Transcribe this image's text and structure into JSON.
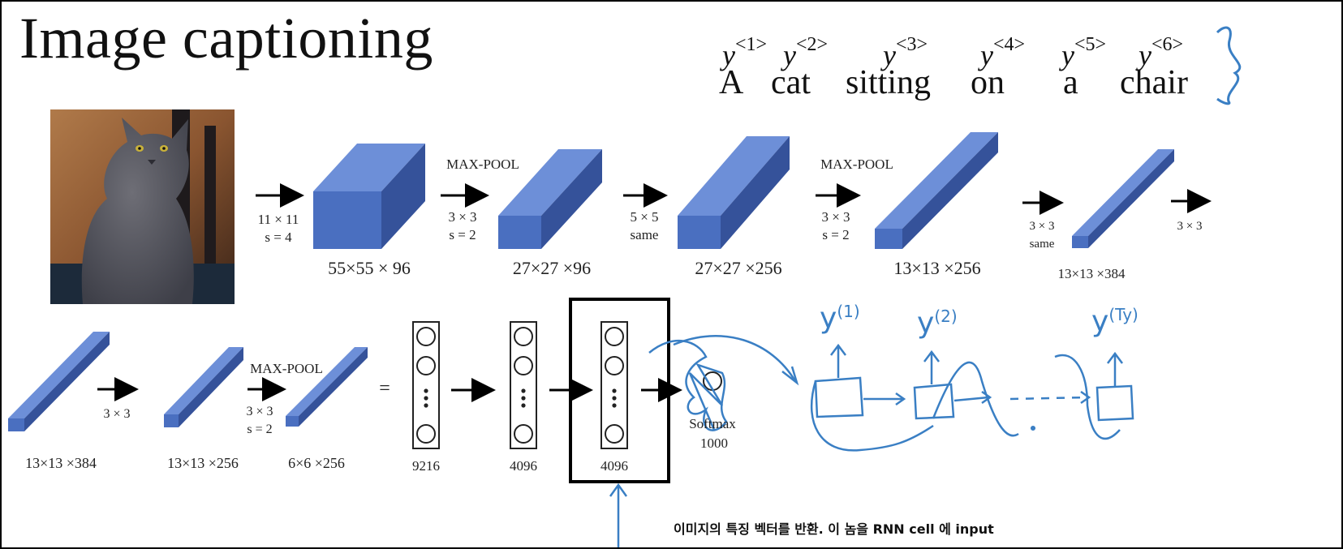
{
  "title": "Image captioning",
  "caption": {
    "words": [
      "A",
      "cat",
      "sitting",
      "on",
      "a",
      "chair"
    ],
    "labels": [
      "y",
      "y",
      "y",
      "y",
      "y",
      "y"
    ],
    "superscripts": [
      "<1>",
      "<2>",
      "<3>",
      "<4>",
      "<5>",
      "<6>"
    ]
  },
  "network": {
    "row1": {
      "ops": [
        {
          "line1": "11 × 11",
          "line2": "s = 4"
        },
        {
          "line1": "3 × 3",
          "line2": "s = 2",
          "head": "MAX-POOL"
        },
        {
          "line1": "5 × 5",
          "line2": "same"
        },
        {
          "line1": "3 × 3",
          "line2": "s = 2",
          "head": "MAX-POOL"
        },
        {
          "line1": "3 × 3",
          "line2": "same"
        },
        {
          "line1": "3 × 3",
          "line2": ""
        }
      ],
      "dims": [
        "55×55 × 96",
        "27×27 ×96",
        "27×27 ×256",
        "13×13 ×256",
        "13×13 ×384"
      ]
    },
    "row2": {
      "ops": [
        {
          "line1": "3 × 3",
          "line2": ""
        },
        {
          "line1": "3 × 3",
          "line2": "s = 2",
          "head": "MAX-POOL"
        }
      ],
      "dims": [
        "13×13 ×384",
        "13×13 ×256",
        "6×6 ×256"
      ],
      "equals": "=",
      "fc_sizes": [
        "9216",
        "4096",
        "4096"
      ],
      "softmax_label": "Softmax",
      "softmax_size": "1000"
    }
  },
  "rnn": {
    "outputs": [
      "y",
      "y",
      "y"
    ],
    "output_sups": [
      "(1)",
      "(2)",
      "(Ty)"
    ]
  },
  "annotation": "이미지의 특징 벡터를 반환. 이 놈을 RNN cell 에 input",
  "colors": {
    "block_front": "#4a6fc0",
    "block_top": "#6d8fd8",
    "block_side": "#35529a",
    "ink": "#3a7fc4",
    "text": "#111111"
  }
}
